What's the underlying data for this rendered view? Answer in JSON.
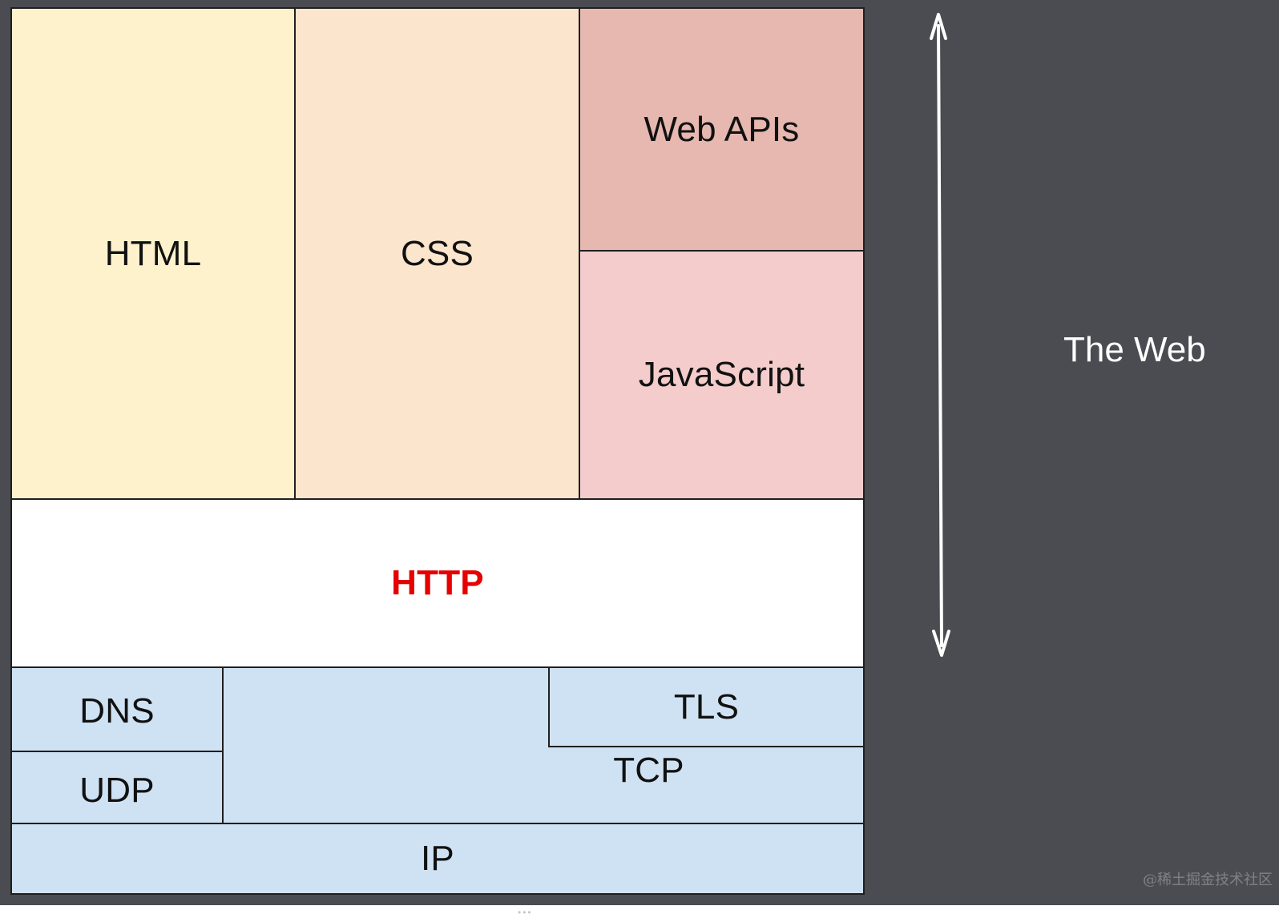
{
  "diagram": {
    "layers": {
      "html": "HTML",
      "css": "CSS",
      "web_apis": "Web APIs",
      "javascript": "JavaScript",
      "http": "HTTP",
      "dns": "DNS",
      "udp": "UDP",
      "tcp": "TCP",
      "tls": "TLS",
      "ip": "IP"
    },
    "side_label": "The Web",
    "watermark": "@稀土掘金技术社区"
  },
  "colors": {
    "background": "#4b4c51",
    "html_fill": "#fef2cd",
    "css_fill": "#fce5cd",
    "web_apis_fill": "#e6b8b0",
    "javascript_fill": "#f4cccc",
    "http_fill": "#ffffff",
    "http_text": "#e60000",
    "network_fill": "#cfe2f3",
    "border": "#1f1f1f",
    "arrow": "#ffffff"
  }
}
